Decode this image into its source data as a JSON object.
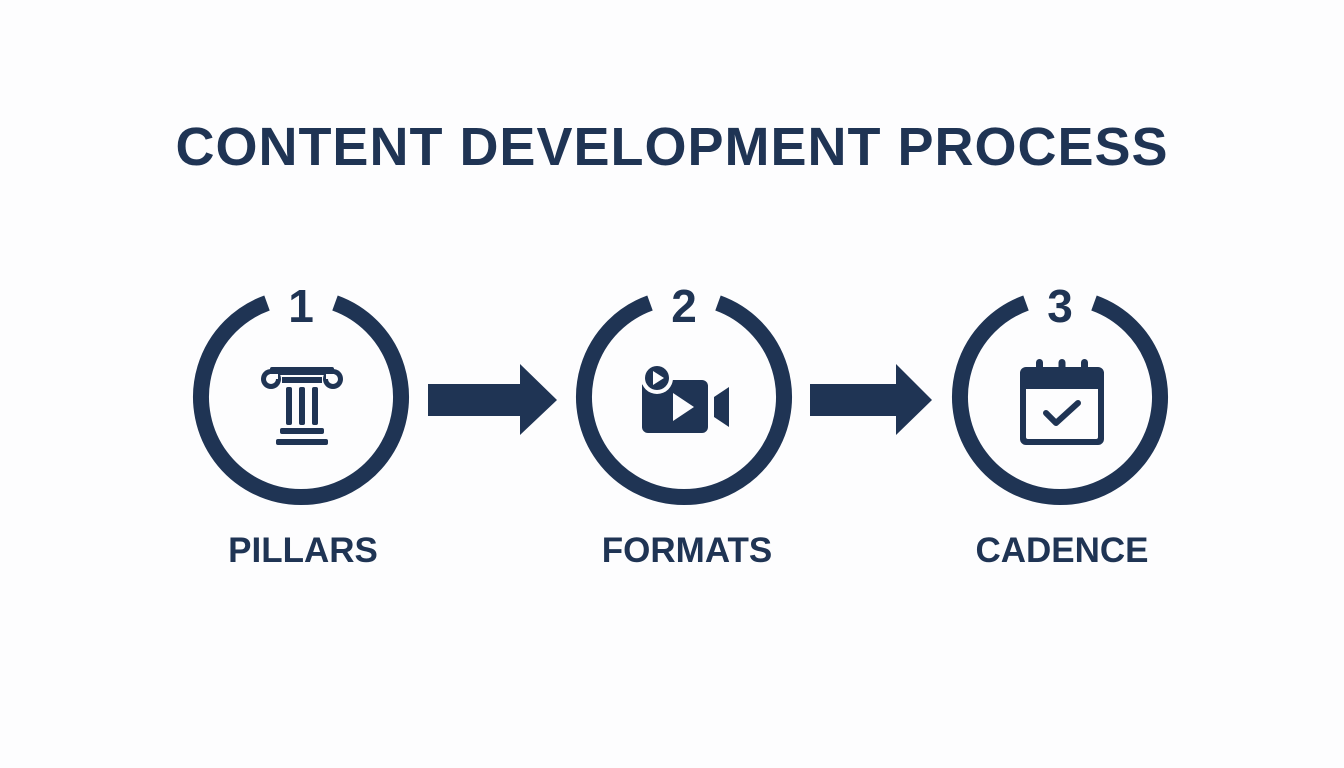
{
  "title": "CONTENT DEVELOPMENT PROCESS",
  "colors": {
    "primary": "#1f3454",
    "background": "#fdfdfe"
  },
  "steps": [
    {
      "number": "1",
      "label": "PILLARS",
      "icon": "pillar-column-icon"
    },
    {
      "number": "2",
      "label": "FORMATS",
      "icon": "video-camera-play-icon"
    },
    {
      "number": "3",
      "label": "CADENCE",
      "icon": "calendar-check-icon"
    }
  ],
  "connectors": [
    {
      "from": "1",
      "to": "2",
      "icon": "arrow-right-icon"
    },
    {
      "from": "2",
      "to": "3",
      "icon": "arrow-right-icon"
    }
  ]
}
